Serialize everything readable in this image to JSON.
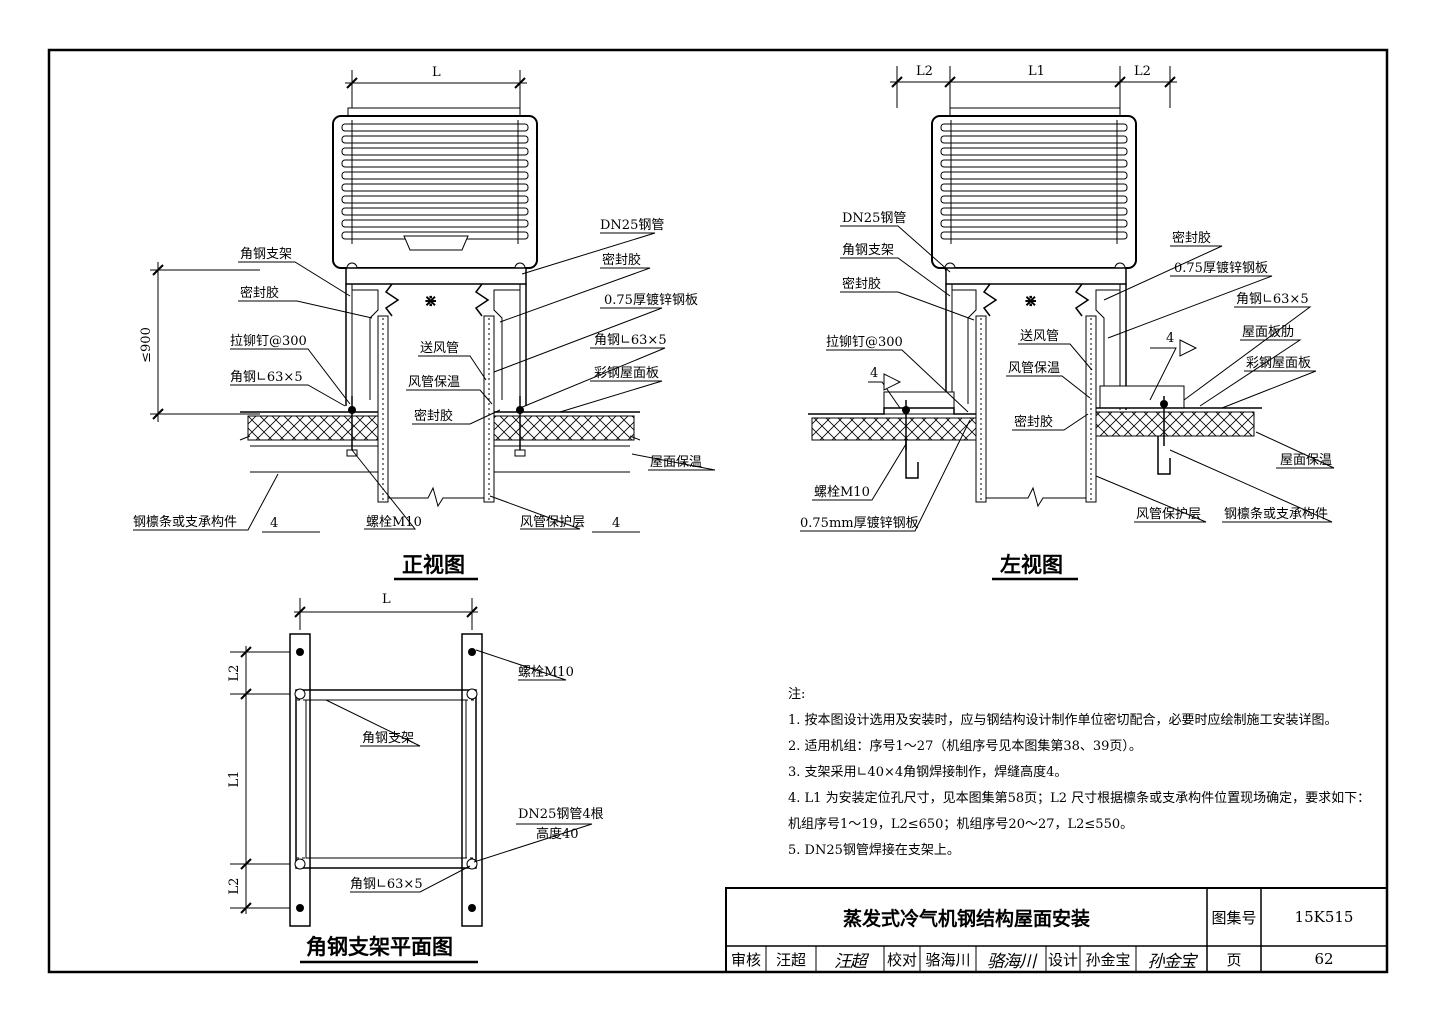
{
  "front_view": {
    "title": "正视图",
    "dim_L": "L",
    "dim_height": "≤900",
    "weld_size": "4",
    "labels": {
      "angle_bracket": "角钢支架",
      "sealant_1": "密封胶",
      "rivet": "拉铆钉@300",
      "angle_steel": "角钢∟63×5",
      "purlin": "钢檩条或支承构件",
      "dn25_pipe": "DN25钢管",
      "sealant_2": "密封胶",
      "galv_sheet": "0.75厚镀锌钢板",
      "supply_duct": "送风管",
      "duct_insulation": "风管保温",
      "sealant_3": "密封胶",
      "angle_steel_r": "角钢∟63×5",
      "color_steel_roof": "彩钢屋面板",
      "roof_insulation": "屋面保温",
      "bolt": "螺栓M10",
      "duct_protect": "风管保护层"
    }
  },
  "side_view": {
    "title": "左视图",
    "dim_L1": "L1",
    "dim_L2a": "L2",
    "dim_L2b": "L2",
    "weld_size": "4",
    "labels": {
      "dn25_pipe": "DN25钢管",
      "angle_bracket": "角钢支架",
      "sealant_1": "密封胶",
      "rivet": "拉铆钉@300",
      "bolt": "螺栓M10",
      "galv_sheet_mm": "0.75mm厚镀锌钢板",
      "sealant_2": "密封胶",
      "galv_sheet": "0.75厚镀锌钢板",
      "angle_steel": "角钢∟63×5",
      "roof_rib": "屋面板肋",
      "color_steel_roof": "彩钢屋面板",
      "supply_duct": "送风管",
      "duct_insulation": "风管保温",
      "sealant_3": "密封胶",
      "roof_insulation": "屋面保温",
      "duct_protect": "风管保护层",
      "purlin": "钢檩条或支承构件"
    }
  },
  "plan_view": {
    "title": "角钢支架平面图",
    "dim_L": "L",
    "dim_L1": "L1",
    "dim_L2a": "L2",
    "dim_L2b": "L2",
    "labels": {
      "bolt": "螺栓M10",
      "angle_bracket": "角钢支架",
      "dn25_pipes": "DN25钢管4根",
      "dn25_height": "高度40",
      "angle_steel": "角钢∟63×5"
    }
  },
  "notes": {
    "heading": "注:",
    "items": [
      "1. 按本图设计选用及安装时，应与钢结构设计制作单位密切配合，必要时应绘制施工安装详图。",
      "2. 适用机组：序号1～27（机组序号见本图集第38、39页）。",
      "3. 支架采用∟40×4角钢焊接制作，焊缝高度4。",
      "4. L1 为安装定位孔尺寸，见本图集第58页；L2 尺寸根据檩条或支承构件位置现场确定，要求如下：",
      "   机组序号1～19，L2≤650；机组序号20～27，L2≤550。",
      "5. DN25钢管焊接在支架上。"
    ]
  },
  "title_block": {
    "drawing_title": "蒸发式冷气机钢结构屋面安装",
    "atlas_label": "图集号",
    "atlas_no": "15K515",
    "page_label": "页",
    "page_no": "62",
    "review_label": "审核",
    "reviewer": "汪超",
    "reviewer_sig": "汪超",
    "check_label": "校对",
    "checker": "骆海川",
    "checker_sig": "骆海川",
    "design_label": "设计",
    "designer": "孙金宝",
    "designer_sig": "孙金宝"
  }
}
